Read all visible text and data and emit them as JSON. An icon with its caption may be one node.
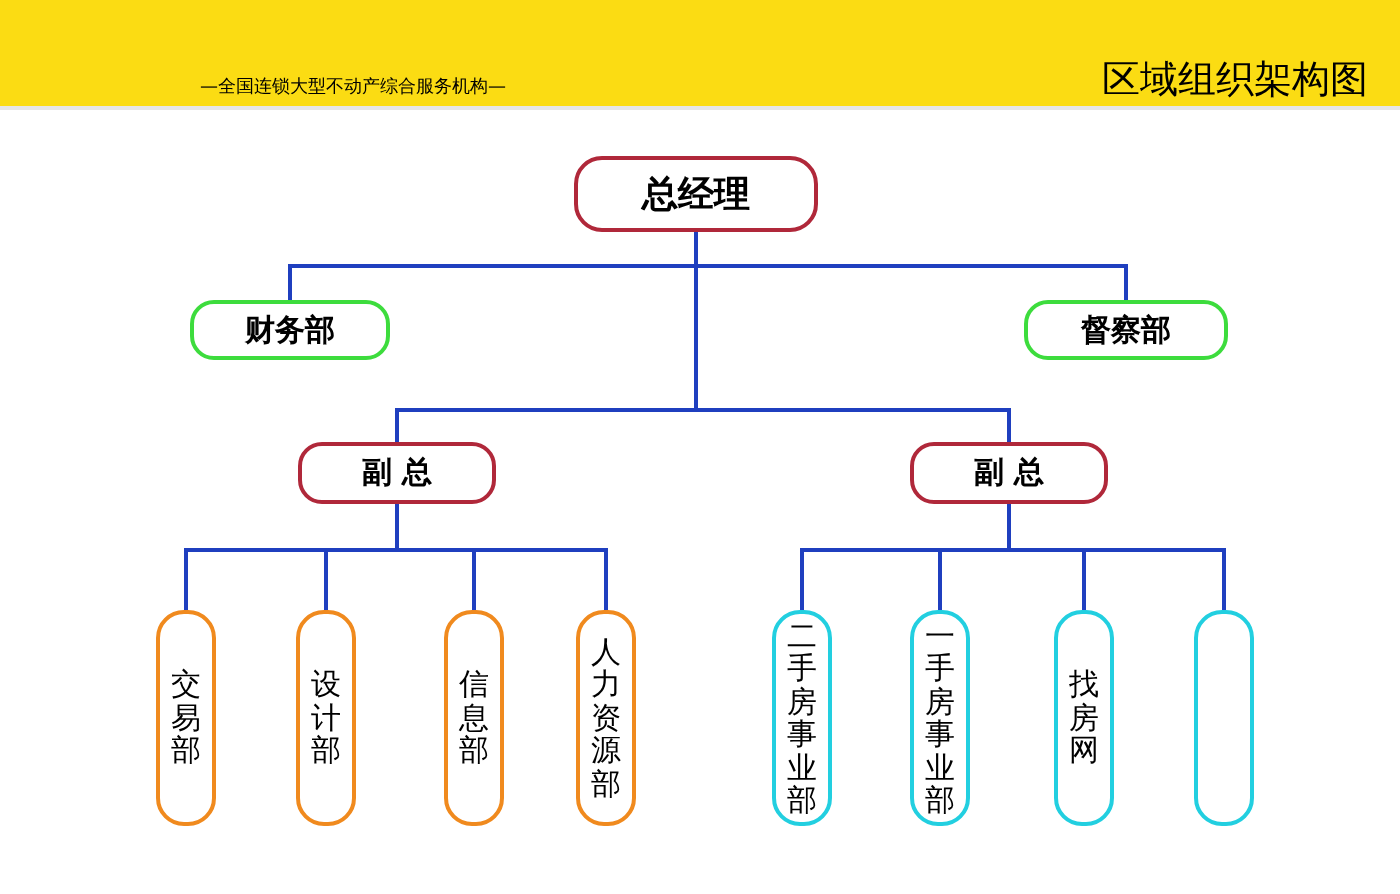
{
  "diagram": {
    "title": "区域组织架构图",
    "nodes": [
      {
        "text": [
          "总经理"
        ]
      },
      {
        "text": [
          "财务部"
        ]
      },
      {
        "text": [
          "督察部"
        ]
      },
      {
        "text": [
          "副 总"
        ]
      },
      {
        "text": [
          "副 总"
        ]
      },
      {
        "text": [
          "交易部"
        ]
      },
      {
        "text": [
          "设计部"
        ]
      },
      {
        "text": [
          "信息部"
        ]
      },
      {
        "text": [
          "人力资源部"
        ]
      },
      {
        "text": [
          "二手房事业部"
        ]
      },
      {
        "text": [
          "一手房事业部"
        ]
      },
      {
        "text": [
          "找房网"
        ]
      },
      {
        "text": [],
        "shape": "box"
      }
    ],
    "edges": [
      {
        "from": 0,
        "to": 1,
        "arrow": "none"
      },
      {
        "from": 0,
        "to": 2,
        "arrow": "none"
      },
      {
        "from": 0,
        "to": 3,
        "arrow": "none"
      },
      {
        "from": 0,
        "to": 4,
        "arrow": "none"
      },
      {
        "from": 3,
        "to": 5,
        "arrow": "none"
      },
      {
        "from": 3,
        "to": 6,
        "arrow": "none"
      },
      {
        "from": 3,
        "to": 7,
        "arrow": "none"
      },
      {
        "from": 3,
        "to": 8,
        "arrow": "none"
      },
      {
        "from": 4,
        "to": 9,
        "arrow": "none"
      },
      {
        "from": 4,
        "to": 10,
        "arrow": "none"
      },
      {
        "from": 4,
        "to": 11,
        "arrow": "none"
      },
      {
        "from": 4,
        "to": 12,
        "arrow": "none"
      }
    ],
    "labels": [
      "—全国连锁大型不动产综合服务机构—"
    ]
  }
}
